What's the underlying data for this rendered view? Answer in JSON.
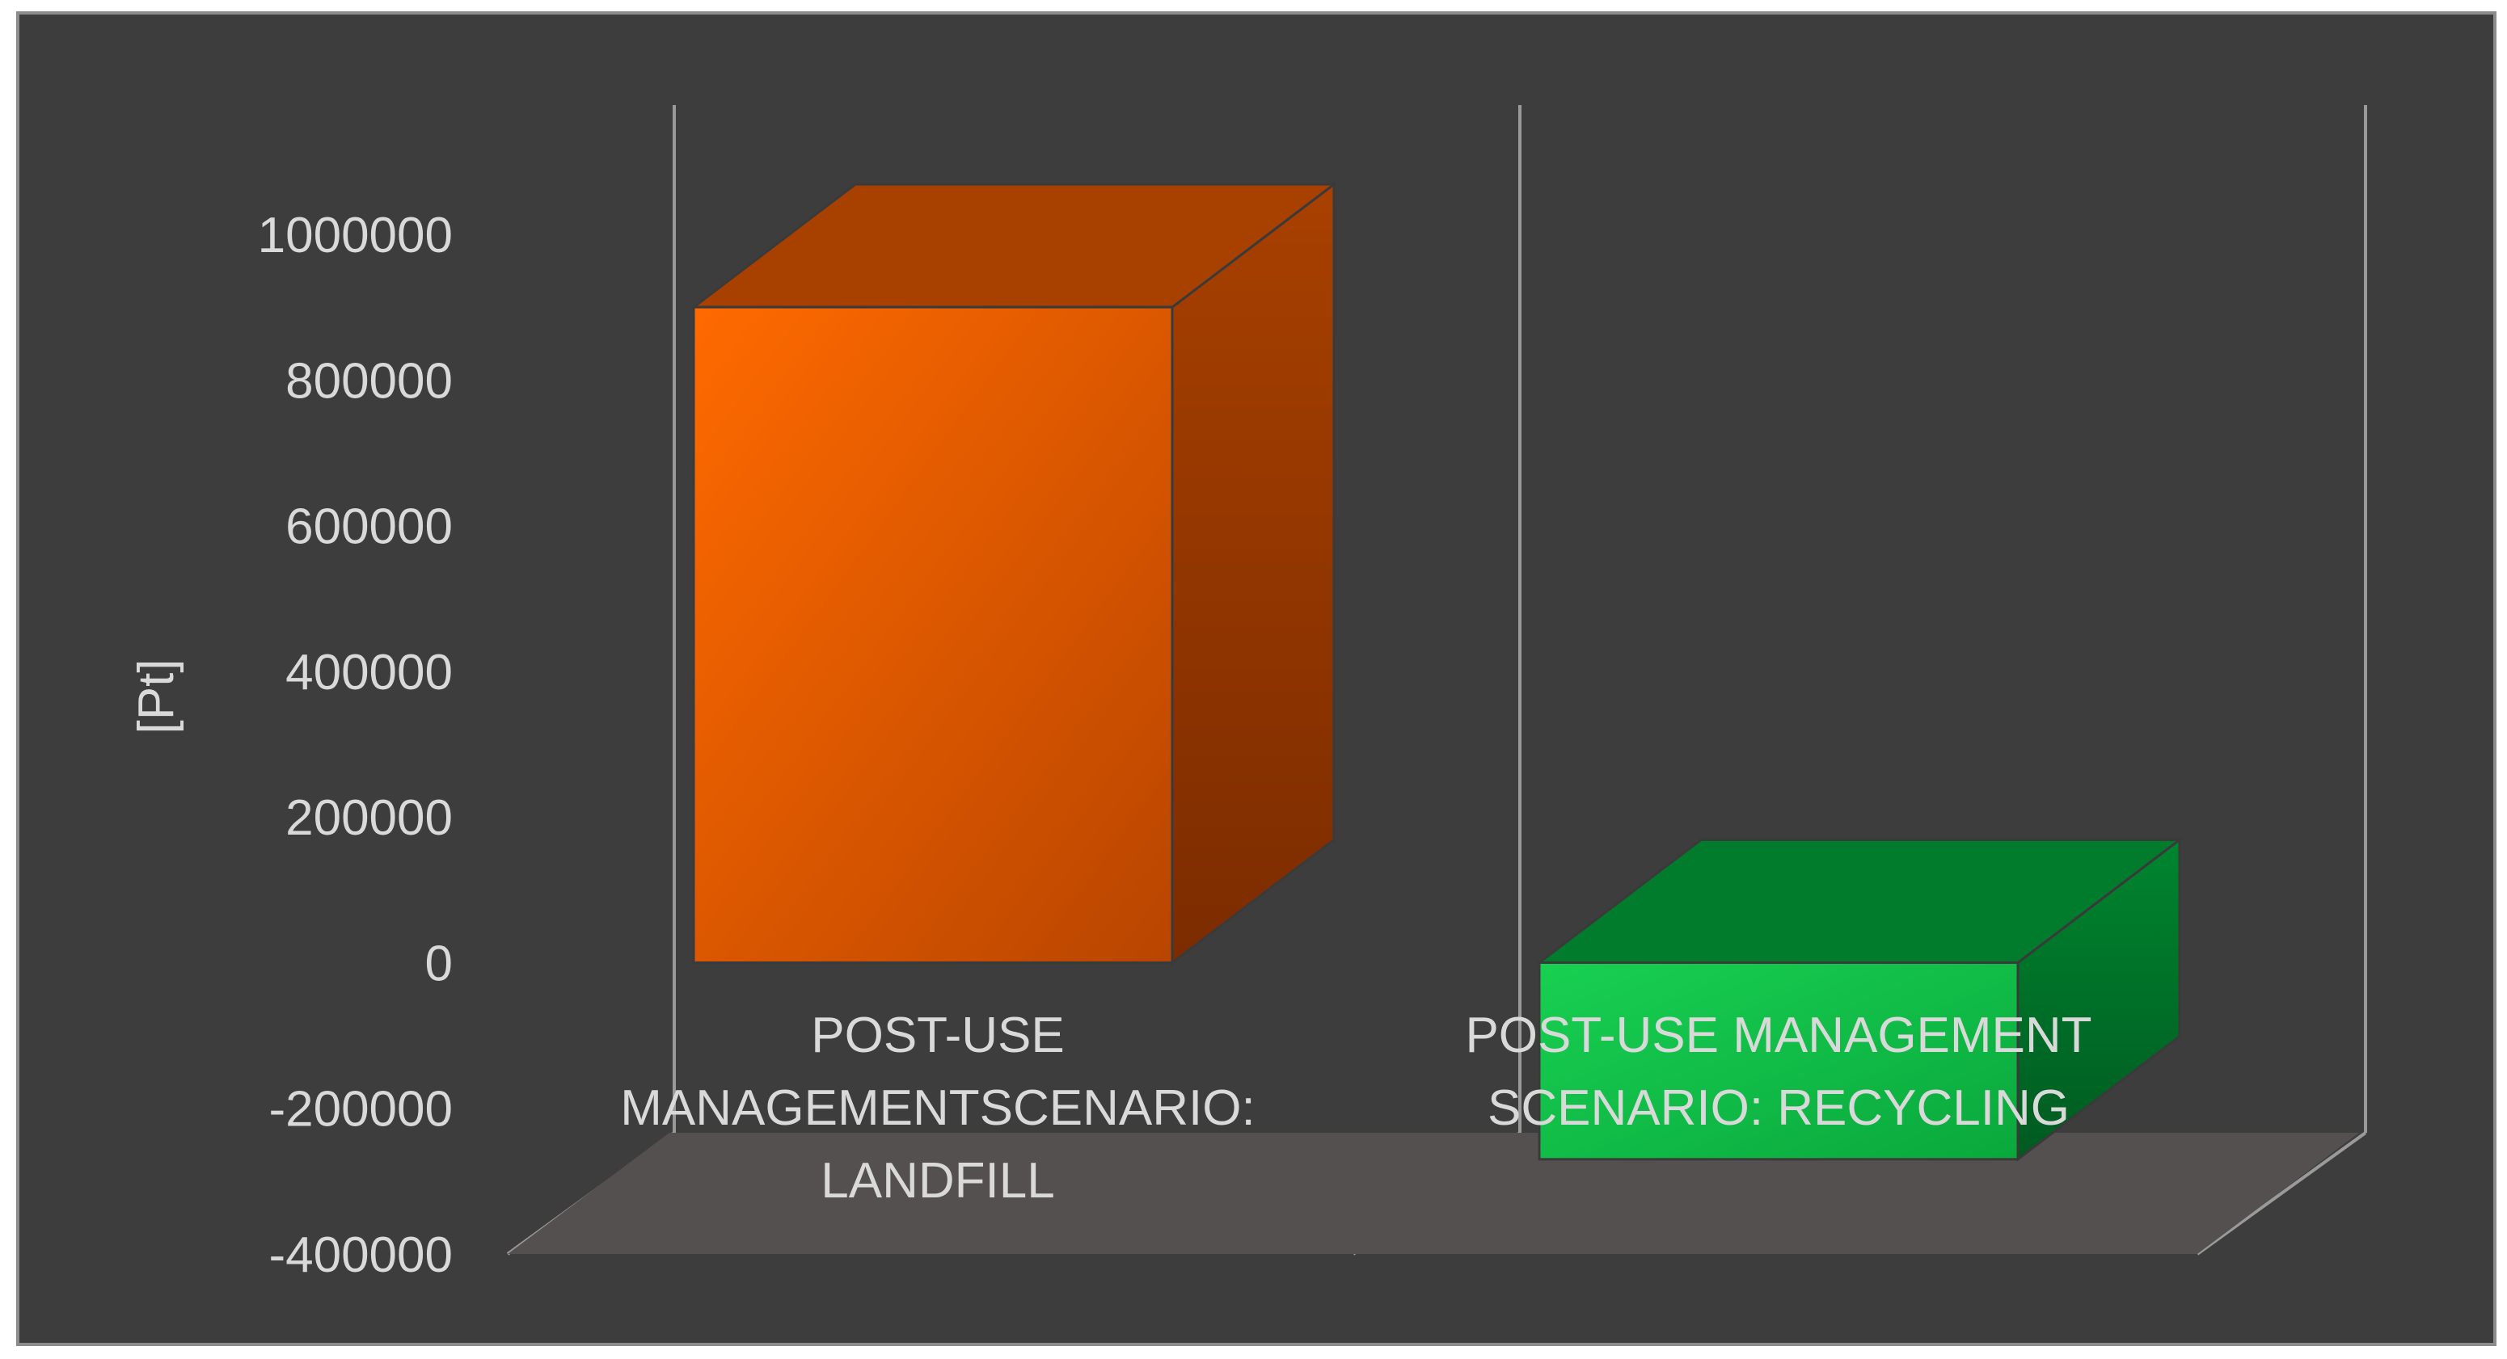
{
  "chart_data": {
    "type": "bar",
    "style": "3d-column",
    "title": "",
    "xlabel": "",
    "ylabel": "[Pt]",
    "ylim": [
      -400000,
      1000000
    ],
    "yticks": [
      1000000,
      800000,
      600000,
      400000,
      200000,
      0,
      -200000,
      -400000
    ],
    "categories": [
      [
        "POST-USE",
        "MANAGEMENTSCENARIO:",
        "LANDFILL"
      ],
      [
        "POST-USE MANAGEMENT",
        "SCENARIO: RECYCLING"
      ]
    ],
    "values": [
      900000,
      -270000
    ],
    "grid": false,
    "legend": "none",
    "colors": {
      "background": "#3d3d3d",
      "floor": "#545050",
      "wall_line": "#9a9a9a",
      "landfill_front_start": "#ff6a00",
      "landfill_front_end": "#b84500",
      "landfill_side": "#8f3300",
      "landfill_top": "#a84000",
      "recycling_front": "#10bf48",
      "recycling_side": "#00772a",
      "recycling_top": "#007c2c",
      "text": "#d9d9d9"
    }
  }
}
